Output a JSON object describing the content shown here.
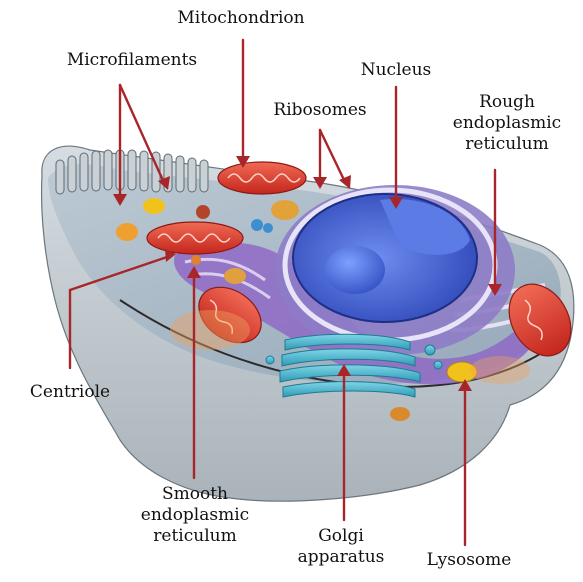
{
  "diagram": {
    "labels": {
      "mitochondrion": "Mitochondrion",
      "microfilaments": "Microfilaments",
      "nucleus": "Nucleus",
      "ribosomes": "Ribosomes",
      "rough_er": [
        "Rough",
        "endoplasmic",
        "reticulum"
      ],
      "centriole": "Centriole",
      "smooth_er": [
        "Smooth",
        "endoplasmic",
        "reticulum"
      ],
      "golgi": [
        "Golgi",
        "apparatus"
      ],
      "lysosome": "Lysosome"
    },
    "colors": {
      "leader_line": "#a8262a",
      "cytoplasm": "#c4cbd0",
      "nucleus": "#3f5fd0",
      "mitochondrion": "#d8382c",
      "golgi": "#46b8d0",
      "er": "#7a58b8",
      "lysosome": "#f2c21c"
    }
  }
}
